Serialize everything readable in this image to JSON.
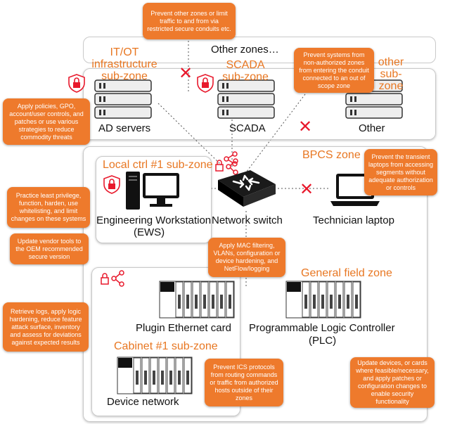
{
  "zones": {
    "other_zones": "Other zones…",
    "itot_subzone": "IT/OT infrastructure sub-zone",
    "scada_subzone": "SCADA sub-zone",
    "other_subzone_partial": "other sub-zone",
    "local_ctrl_subzone": "Local ctrl #1 sub-zone",
    "bpcs_zone": "BPCS zone",
    "general_field_zone": "General field zone",
    "cabinet_subzone": "Cabinet #1 sub-zone"
  },
  "devices": {
    "ad_servers": "AD servers",
    "scada": "SCADA",
    "other": "Other",
    "ews_line1": "Engineering Workstation",
    "ews_line2": "(EWS)",
    "network_switch": "Network switch",
    "technician_laptop": "Technician laptop",
    "plugin_card": "Plugin Ethernet card",
    "plc_line1": "Programmable Logic Controller",
    "plc_line2": "(PLC)",
    "device_network": "Device network"
  },
  "callouts": {
    "top": "Prevent other zones or limit traffic to and from via restricted secure conduits etc.",
    "right_top": "Prevent systems from non-authorized zones from entering the conduit connected to an out of scope zone",
    "left_policies": "Apply policies, GPO, account/user controls, and patches or use various strategies to reduce commodity threats",
    "right_laptop": "Prevent the transient laptops from accessing segments without adequate authorization or controls",
    "left_least_priv": "Practice least privilege, function, harden, use whitelisting, and limit changes on these systems",
    "left_vendor": "Update vendor tools to the OEM recommended secure version",
    "center_mac": "Apply MAC filtering, VLANs, configuration or device hardening, and NetFlow/logging",
    "left_logs": "Retrieve logs, apply logic hardening, reduce feature attack surface, inventory and assess for deviations against expected results",
    "center_ics": "Prevent ICS protocols from routing commands or traffic from authorized hosts outside of their zones",
    "right_update": "Update devices, or cards where feasible/necessary, and apply patches or configuration changes to enable security functionality"
  },
  "icons": {
    "lock": "lock-shield-icon",
    "share": "share-icon",
    "block": "red-x-icon"
  },
  "colors": {
    "accent": "#ee7a2c",
    "zone_title": "#e87722",
    "block": "#e8192c"
  }
}
